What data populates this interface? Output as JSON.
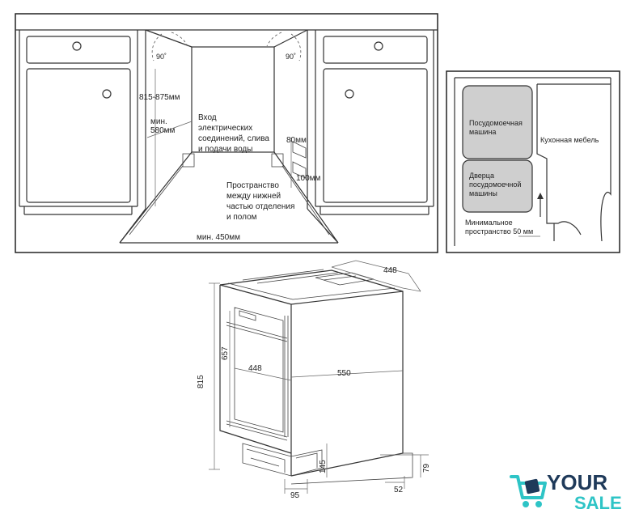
{
  "installation": {
    "angle_left": "90˚",
    "angle_right": "90˚",
    "height_range": "815-875мм",
    "depth_min_line1": "мин.",
    "depth_min_line2": "580мм",
    "inlet_lines": [
      "Вход",
      "электрических",
      "соединений, слива",
      "и подачи воды"
    ],
    "dim_80": "80мм",
    "dim_100": "100мм",
    "space_lines": [
      "Пространство",
      "между нижней",
      "частью отделения",
      "и полом"
    ],
    "width_min": "мин. 450мм"
  },
  "clearance": {
    "dishwasher_lines": [
      "Посудомоечная",
      "машина"
    ],
    "door_lines": [
      "Дверца",
      "посудомоечной",
      "машины"
    ],
    "furniture": "Кухонная мебель",
    "min_space_line1": "Минимальное",
    "min_space_line2": "пространство 50 мм",
    "colors": {
      "box_fill": "#cfcfcf"
    }
  },
  "appliance_dims": {
    "d448_top": "448",
    "d448_front": "448",
    "d550": "550",
    "d657": "657",
    "d815": "815",
    "d145": "145",
    "d79": "79",
    "d95": "95",
    "d52": "52"
  },
  "logo": {
    "word1": "YOUR",
    "word2": "SALE",
    "colors": {
      "primary": "#1f3a5a",
      "accent": "#2ec4c6"
    }
  }
}
